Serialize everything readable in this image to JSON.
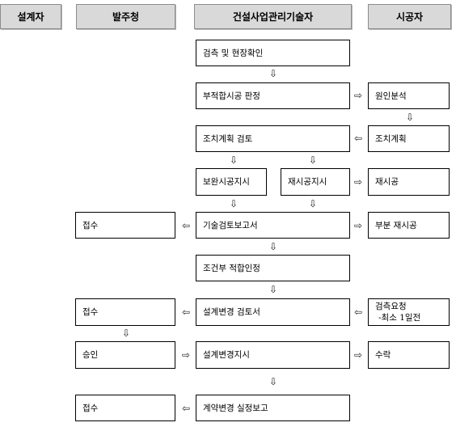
{
  "columns": {
    "designer": "설계자",
    "client": "발주청",
    "supervisor": "건설사업관리기술자",
    "contractor": "시공자"
  },
  "arrows": {
    "down": "⇩",
    "right": "⇨",
    "left": "⇦"
  },
  "supervisor_steps": {
    "inspection": "검측 및 현장확인",
    "nonconformity": "부적합시공 판정",
    "plan_review": "조치계획 검토",
    "supplement_order": "보완시공지시",
    "rework_order": "재시공지시",
    "tech_report": "기술검토보고서",
    "conditional_approval": "조건부 적합인정",
    "design_change_review": "설계변경 검토서",
    "design_change_order": "설계변경지시",
    "contract_change_report": "계약변경 실정보고"
  },
  "contractor_steps": {
    "cause_analysis": "원인분석",
    "action_plan": "조치계획",
    "rework": "재시공",
    "partial_rework": "부분 재시공",
    "inspection_request": "검측요청",
    "inspection_request_note": "-최소 1일전",
    "acceptance": "수락"
  },
  "client_steps": {
    "receipt_tech_report": "접수",
    "receipt_design_review": "접수",
    "approval": "승인",
    "receipt_contract_report": "접수"
  },
  "colors": {
    "header_fill": "#d9d9d9",
    "header_border": "#8c8c8c",
    "box_border": "#000000"
  }
}
